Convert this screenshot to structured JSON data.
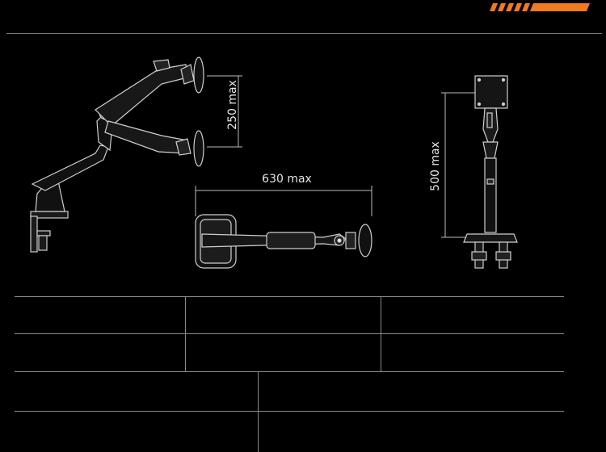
{
  "dimensions": {
    "height_range": "250 max",
    "arm_reach": "630 max",
    "pole_height": "500 max"
  },
  "colors": {
    "accent": "#f07a1e",
    "line": "#8a8a8a",
    "background": "#000000"
  },
  "decor": {
    "stripe_icon": "orange-diagonal-stripes"
  }
}
